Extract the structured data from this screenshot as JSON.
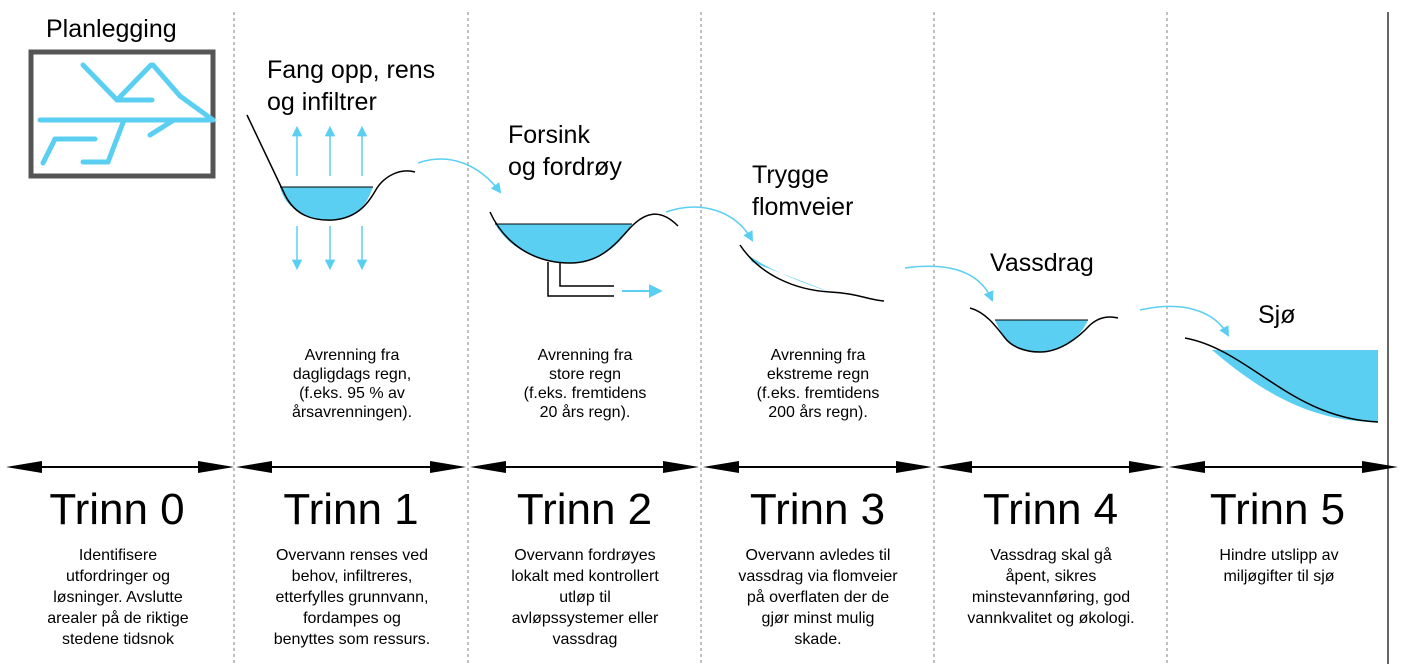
{
  "columns": [
    {
      "heading": "Planlegging",
      "step": "Trinn 0",
      "footer": "Identifisere\nutfordringer og\nløsninger. Avslutte\narealer på de riktige\nstedene tidsnok"
    },
    {
      "heading": "Fang opp, rens\nog infiltrer",
      "description": "Avrenning fra\ndagligdags regn,\n(f.eks. 95 % av\nårsavrenningen).",
      "step": "Trinn 1",
      "footer": "Overvann renses ved\nbehov, infiltreres,\netterfylles grunnvann,\nfordampes og\nbenyttes som ressurs."
    },
    {
      "heading": "Forsink\nog fordrøy",
      "description": "Avrenning fra\nstore regn\n(f.eks. fremtidens\n20 års regn).",
      "step": "Trinn 2",
      "footer": "Overvann fordrøyes\nlokalt med kontrollert\nutløp til\navløpssystemer eller\nvassdrag"
    },
    {
      "heading": "Trygge\nflomveier",
      "description": "Avrenning fra\nekstreme regn\n(f.eks. fremtidens\n200 års regn).",
      "step": "Trinn 3",
      "footer": "Overvann avledes til\nvassdrag via flomveier\npå overflaten der de\ngjør minst mulig\nskade."
    },
    {
      "heading": "Vassdrag",
      "step": "Trinn 4",
      "footer": "Vassdrag skal gå\nåpent, sikres\nminstevannføring, god\nvannkvalitet og økologi."
    },
    {
      "heading": "Sjø",
      "step": "Trinn 5",
      "footer": "Hindre utslipp av\nmiljøgifter til sjø"
    }
  ],
  "colors": {
    "water": "#5bcff2",
    "line": "#000000",
    "frame": "#555555",
    "divider": "#808080"
  },
  "icons": [
    "planning-network-icon",
    "infiltration-basin-icon",
    "detention-pond-icon",
    "flood-path-icon",
    "stream-channel-icon",
    "sea-icon"
  ]
}
